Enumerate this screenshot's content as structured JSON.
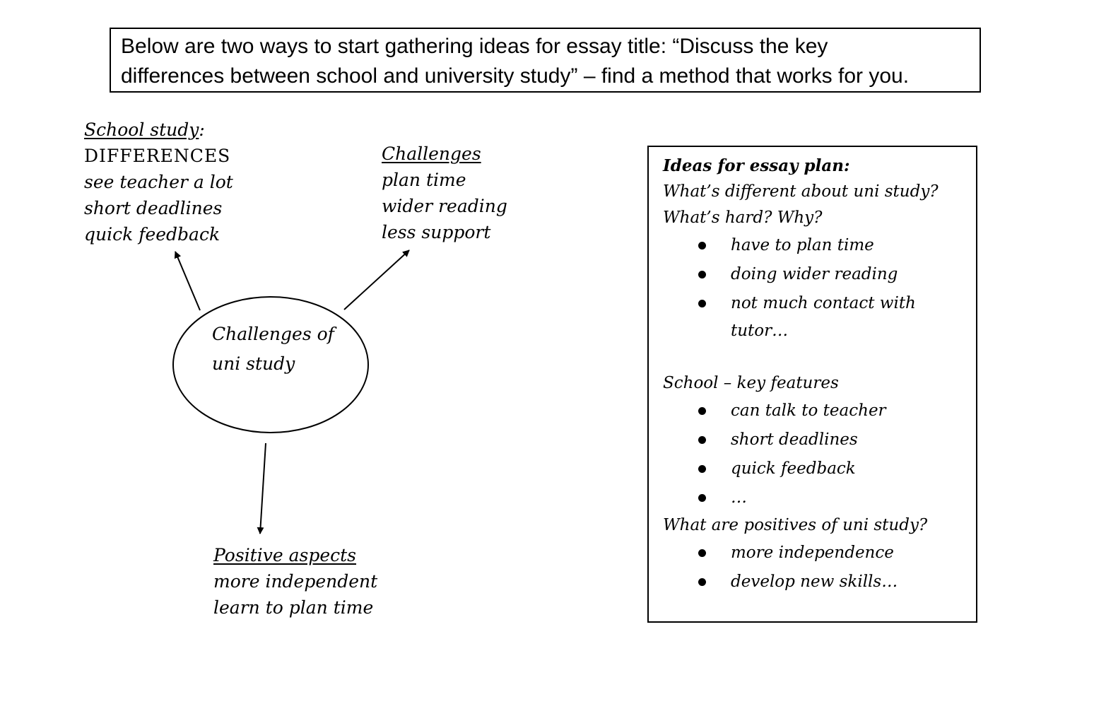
{
  "title": {
    "line1": "Below are two ways to start gathering ideas for essay title: “Discuss the key",
    "line2": "differences between school and university study” – find a method that works for you."
  },
  "mind_map": {
    "center": {
      "line1": "Challenges of",
      "line2": "uni study"
    },
    "school_study": {
      "heading": "School study",
      "heading_suffix": ":",
      "items": [
        "DIFFERENCES",
        "see teacher a lot",
        "short deadlines",
        "quick feedback"
      ]
    },
    "challenges": {
      "heading": "Challenges",
      "items": [
        "plan time",
        "wider reading",
        "less support"
      ]
    },
    "positive_aspects": {
      "heading": "Positive aspects",
      "items": [
        "more independent",
        "learn to plan time"
      ]
    }
  },
  "essay_plan": {
    "heading": "Ideas for essay plan:",
    "q1": "What’s different about uni study?",
    "q2": "What’s hard? Why?",
    "hard_items": [
      "have to plan time",
      "doing wider reading",
      "not much contact with"
    ],
    "hard_items_cont": "tutor…",
    "school_heading": "School – key features",
    "school_items": [
      "can talk to teacher",
      "short deadlines",
      "quick feedback",
      "…"
    ],
    "q3": "What are positives of uni study?",
    "positive_items": [
      "more independence",
      "develop new skills…"
    ]
  }
}
